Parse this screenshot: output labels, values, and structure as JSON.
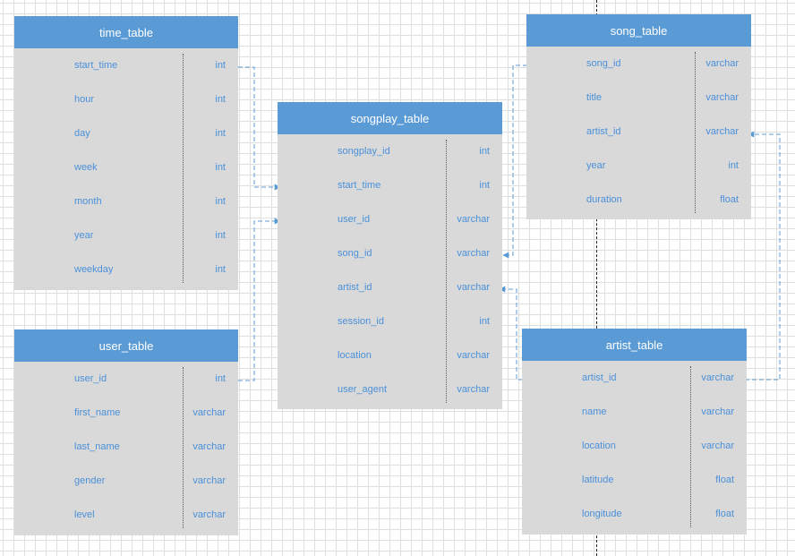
{
  "tables": {
    "time_table": {
      "title": "time_table",
      "fields": [
        {
          "name": "start_time",
          "type": "int"
        },
        {
          "name": "hour",
          "type": "int"
        },
        {
          "name": "day",
          "type": "int"
        },
        {
          "name": "week",
          "type": "int"
        },
        {
          "name": "month",
          "type": "int"
        },
        {
          "name": "year",
          "type": "int"
        },
        {
          "name": "weekday",
          "type": "int"
        }
      ]
    },
    "user_table": {
      "title": "user_table",
      "fields": [
        {
          "name": "user_id",
          "type": "int"
        },
        {
          "name": "first_name",
          "type": "varchar"
        },
        {
          "name": "last_name",
          "type": "varchar"
        },
        {
          "name": "gender",
          "type": "varchar"
        },
        {
          "name": "level",
          "type": "varchar"
        }
      ]
    },
    "songplay_table": {
      "title": "songplay_table",
      "fields": [
        {
          "name": "songplay_id",
          "type": "int"
        },
        {
          "name": "start_time",
          "type": "int"
        },
        {
          "name": "user_id",
          "type": "varchar"
        },
        {
          "name": "song_id",
          "type": "varchar"
        },
        {
          "name": "artist_id",
          "type": "varchar"
        },
        {
          "name": "session_id",
          "type": "int"
        },
        {
          "name": "location",
          "type": "varchar"
        },
        {
          "name": "user_agent",
          "type": "varchar"
        }
      ]
    },
    "song_table": {
      "title": "song_table",
      "fields": [
        {
          "name": "song_id",
          "type": "varchar"
        },
        {
          "name": "title",
          "type": "varchar"
        },
        {
          "name": "artist_id",
          "type": "varchar"
        },
        {
          "name": "year",
          "type": "int"
        },
        {
          "name": "duration",
          "type": "float"
        }
      ]
    },
    "artist_table": {
      "title": "artist_table",
      "fields": [
        {
          "name": "artist_id",
          "type": "varchar"
        },
        {
          "name": "name",
          "type": "varchar"
        },
        {
          "name": "location",
          "type": "varchar"
        },
        {
          "name": "latitude",
          "type": "float"
        },
        {
          "name": "longitude",
          "type": "float"
        }
      ]
    }
  },
  "colors": {
    "header": "#5b9bd5",
    "body": "#d9d9d9",
    "field_text": "#4a90d9",
    "connector": "#5b9bd5"
  }
}
